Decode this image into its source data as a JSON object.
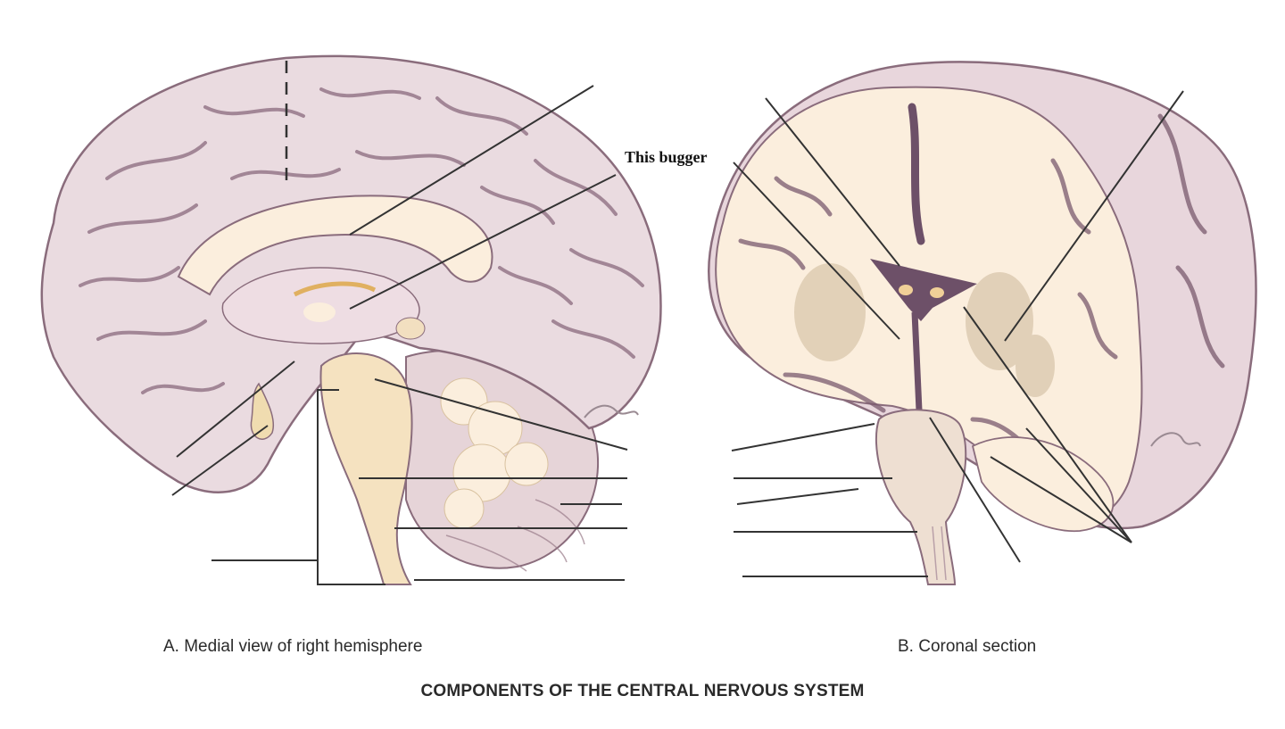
{
  "figure": {
    "title": "COMPONENTS OF THE CENTRAL NERVOUS SYSTEM",
    "annotation": "This bugger",
    "panels": [
      {
        "id": "A",
        "caption": "A. Medial view of right hemisphere"
      },
      {
        "id": "B",
        "caption": "B. Coronal section"
      }
    ]
  },
  "colors": {
    "cortex_surface": "#e8d8dc",
    "sulcus": "#7a5a6e",
    "white_matter": "#fbeedd",
    "brainstem": "#f5e2c0",
    "ventricle": "#6d5068",
    "grey_nuclei": "#d8c8b0",
    "leader_line": "#333333"
  },
  "icons": [
    "artist-signature-a",
    "artist-signature-b"
  ]
}
